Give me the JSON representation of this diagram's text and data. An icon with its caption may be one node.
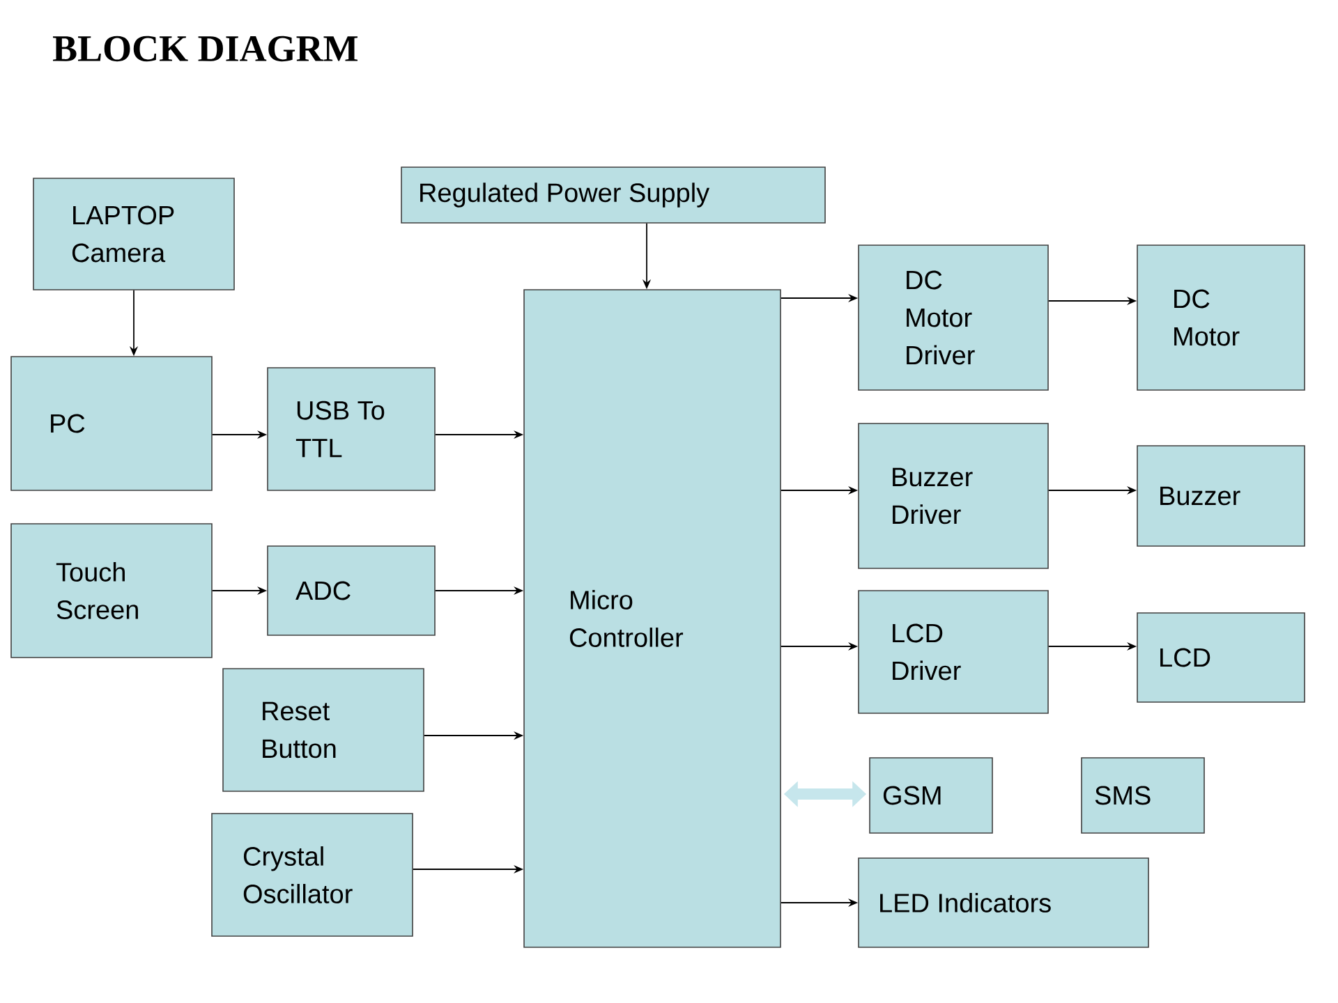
{
  "diagram": {
    "title": "BLOCK DIAGRM",
    "nodes": [
      {
        "text": [
          "LAPTOP Camera"
        ]
      },
      {
        "text": [
          "PC"
        ]
      },
      {
        "text": [
          "USB To TTL"
        ]
      },
      {
        "text": [
          "Touch Screen"
        ]
      },
      {
        "text": [
          "ADC"
        ]
      },
      {
        "text": [
          "Reset Button"
        ]
      },
      {
        "text": [
          "Crystal Oscillator"
        ]
      },
      {
        "text": [
          "Regulated Power Supply"
        ]
      },
      {
        "text": [
          "Micro Controller"
        ]
      },
      {
        "text": [
          "DC Motor Driver"
        ]
      },
      {
        "text": [
          "DC Motor"
        ]
      },
      {
        "text": [
          "Buzzer Driver"
        ]
      },
      {
        "text": [
          "Buzzer"
        ]
      },
      {
        "text": [
          "LCD Driver"
        ]
      },
      {
        "text": [
          "LCD"
        ]
      },
      {
        "text": [
          "GSM"
        ]
      },
      {
        "text": [
          "SMS"
        ]
      },
      {
        "text": [
          "LED Indicators"
        ]
      }
    ],
    "edges": [
      {
        "from": 0,
        "to": 1,
        "arrow": "to"
      },
      {
        "from": 1,
        "to": 2,
        "arrow": "to"
      },
      {
        "from": 2,
        "to": 8,
        "arrow": "to"
      },
      {
        "from": 3,
        "to": 4,
        "arrow": "to"
      },
      {
        "from": 4,
        "to": 8,
        "arrow": "to"
      },
      {
        "from": 5,
        "to": 8,
        "arrow": "to"
      },
      {
        "from": 6,
        "to": 8,
        "arrow": "to"
      },
      {
        "from": 7,
        "to": 8,
        "arrow": "to"
      },
      {
        "from": 8,
        "to": 9,
        "arrow": "to"
      },
      {
        "from": 9,
        "to": 10,
        "arrow": "to"
      },
      {
        "from": 8,
        "to": 11,
        "arrow": "to"
      },
      {
        "from": 11,
        "to": 12,
        "arrow": "to"
      },
      {
        "from": 8,
        "to": 13,
        "arrow": "to"
      },
      {
        "from": 13,
        "to": 14,
        "arrow": "to"
      },
      {
        "from": 8,
        "to": 15,
        "arrow": "both",
        "style": "thick",
        "color": "#c6e6ec"
      },
      {
        "from": 8,
        "to": 17,
        "arrow": "to"
      }
    ]
  }
}
